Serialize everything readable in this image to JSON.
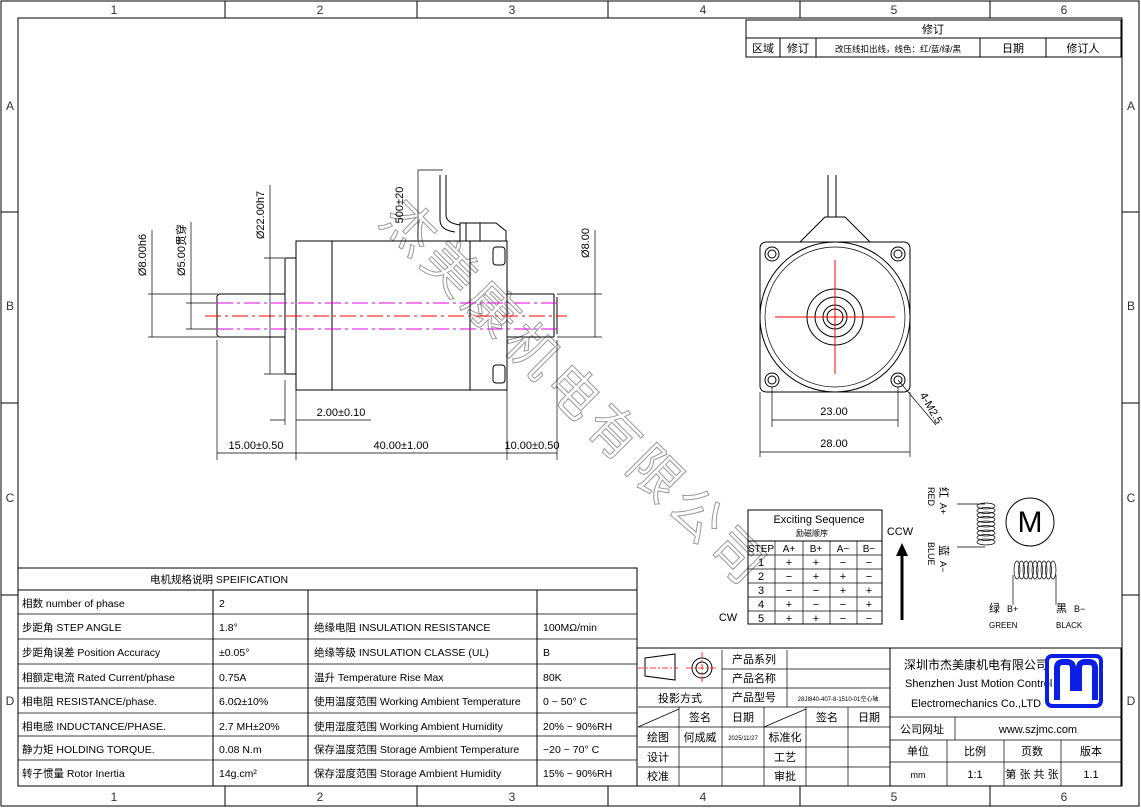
{
  "grid": {
    "columns": [
      "1",
      "2",
      "3",
      "4",
      "5",
      "6"
    ],
    "rows": [
      "A",
      "B",
      "C",
      "D"
    ]
  },
  "revision": {
    "title": "修订",
    "headers": [
      "区域",
      "修订",
      "改压线扣出线，线色：红/蓝/绿/黑",
      "日期",
      "修订人"
    ]
  },
  "dimensions": {
    "shaft_dia_left": "Ø8.00h6",
    "bore_dia": "Ø5.00贯穿",
    "pilot_dia": "Ø22.00h7",
    "lead_length": "500±20",
    "shaft_dia_right": "Ø8.00",
    "pilot_height": "2.00±0.10",
    "front_shaft": "15.00±0.50",
    "body_length": "40.00±1.00",
    "rear_shaft": "10.00±0.50",
    "hole_spacing": "23.00",
    "flange_size": "28.00",
    "mount_holes": "4-M2.5"
  },
  "watermark": "杰美康机电有限公司",
  "sequence": {
    "title": "Exciting Sequence",
    "subtitle": "励磁顺序",
    "headers": [
      "STEP",
      "A+",
      "B+",
      "A−",
      "B−"
    ],
    "rows": [
      [
        "1",
        "+",
        "+",
        "−",
        "−"
      ],
      [
        "2",
        "−",
        "+",
        "+",
        "−"
      ],
      [
        "3",
        "−",
        "−",
        "+",
        "+"
      ],
      [
        "4",
        "+",
        "−",
        "−",
        "+"
      ],
      [
        "5",
        "+",
        "+",
        "−",
        "−"
      ]
    ],
    "ccw": "CCW",
    "cw": "CW"
  },
  "wiring": {
    "motor": "M",
    "red_cn": "红",
    "red_pin": "A+",
    "red_en": "RED",
    "blue_cn": "蓝",
    "blue_pin": "A−",
    "blue_en": "BLUE",
    "green_cn": "绿",
    "green_pin": "B+",
    "green_en": "GREEN",
    "black_cn": "黑",
    "black_pin": "B−",
    "black_en": "BLACK"
  },
  "spec": {
    "title": "电机规格说明 SPEIFICATION",
    "rows": [
      [
        "相数 number of phase",
        "2",
        "",
        ""
      ],
      [
        "步距角 STEP ANGLE",
        "1.8°",
        "绝缘电阻 INSULATION RESISTANCE",
        "100MΩ/min"
      ],
      [
        "步距角误差 Position Accuracy",
        "±0.05°",
        "绝缘等级 INSULATION CLASSE (UL)",
        "B"
      ],
      [
        "相额定电流 Rated Current/phase",
        "0.75A",
        "温升 Temperature Rise Max",
        "80K"
      ],
      [
        "相电阻 RESISTANCE/phase.",
        "6.0Ω±10%",
        "使用温度范围 Working Ambient Temperature",
        "0 ~ 50° C"
      ],
      [
        "相电感 INDUCTANCE/PHASE.",
        "2.7 MH±20%",
        "使用湿度范围 Working Ambient Humidity",
        "20% ~ 90%RH"
      ],
      [
        "静力矩 HOLDING TORQUE.",
        "0.08 N.m",
        "保存温度范围 Storage Ambient Temperature",
        "−20 ~ 70° C"
      ],
      [
        "转子惯量 Rotor Inertia",
        "14g.cm²",
        "保存湿度范围 Storage Ambient Humidity",
        "15% ~ 90%RH"
      ]
    ]
  },
  "title_block": {
    "projection": "投影方式",
    "product_series": "产品系列",
    "product_name": "产品名称",
    "product_model": "产品型号",
    "model_value": "28JI840-407-8-1510-01空心轴",
    "sign": "签名",
    "date": "日期",
    "drawn": "绘图",
    "drawn_by": "何成威",
    "drawn_date": "2025/11/27",
    "design": "设计",
    "check": "校准",
    "standard": "标准化",
    "process": "工艺",
    "approve": "审批",
    "company_cn": "深圳市杰美康机电有限公司",
    "company_en1": "Shenzhen Just Motion Control",
    "company_en2": "Electromechanics Co.,LTD",
    "website_label": "公司网址",
    "website": "www.szjmc.com",
    "unit_label": "单位",
    "scale_label": "比例",
    "pages_label": "页数",
    "version_label": "版本",
    "unit": "mm",
    "scale": "1:1",
    "pages": "第 张 共 张",
    "version": "1.1"
  },
  "colors": {
    "centerline": "#ff0000",
    "hidden": "#e000e0",
    "logo": "#0a1ee6"
  }
}
